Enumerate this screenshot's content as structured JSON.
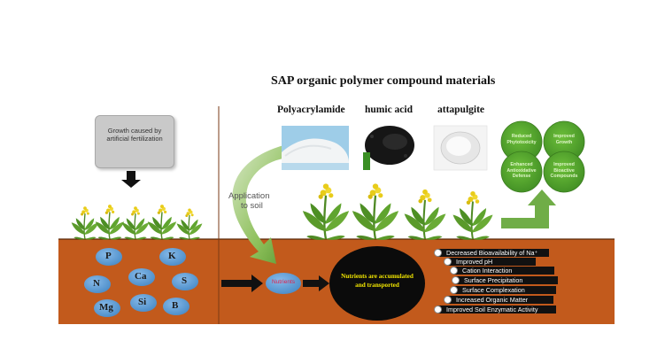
{
  "title": "SAP organic polymer compound materials",
  "materials": [
    {
      "label": "Polyacrylamide",
      "icon": "white-powder-photo"
    },
    {
      "label": "humic acid",
      "icon": "black-granules-photo"
    },
    {
      "label": "attapulgite",
      "icon": "white-clay-powder-photo"
    }
  ],
  "fertilizer_box": {
    "line1": "Growth caused by",
    "line2": "artificial fertilization"
  },
  "application": {
    "line1": "Application",
    "line2": "to soil"
  },
  "nutrients": [
    "P",
    "K",
    "Ca",
    "N",
    "S",
    "Si",
    "Mg",
    "B"
  ],
  "nutrients_bubble": "Nutrients",
  "accumulation": {
    "line1": "Nutrients are accumulated",
    "line2": "and transported"
  },
  "effects": [
    "Decreased Bioavailability of Na⁺",
    "Improved pH",
    "Cation Interaction",
    "Surface Precipitation",
    "Surface Complexation",
    "Increased Organic Matter",
    "Improved Soil Enzymatic Activity"
  ],
  "benefits": [
    {
      "line1": "Reduced",
      "line2": "Phytotoxicity"
    },
    {
      "line1": "Improved",
      "line2": "Growth"
    },
    {
      "line1": "Enhanced",
      "line2": "Antioxidative",
      "line3": "Defense"
    },
    {
      "line1": "Improved",
      "line2": "Bioactive",
      "line3": "Compounds"
    }
  ],
  "colors": {
    "soil": "#c25a1c",
    "plant_green": "#5a9a2a",
    "flower_yellow": "#e8cc1a",
    "bubble_blue": "#5b9bd5",
    "benefit_green": "#4f9a2c",
    "arrow_green": "#70ad47"
  }
}
